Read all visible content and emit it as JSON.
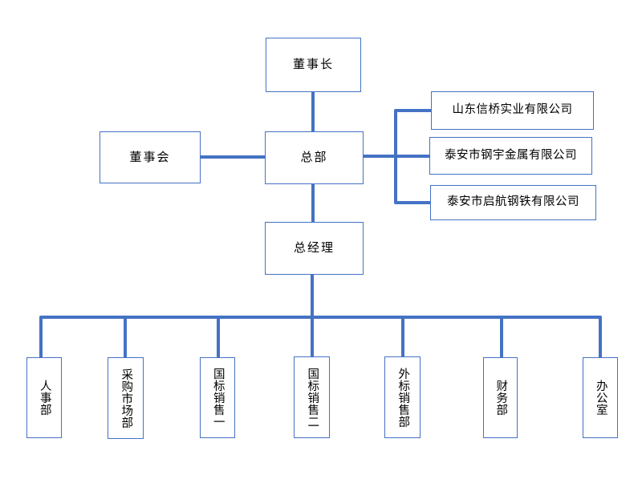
{
  "diagram": {
    "type": "org-chart",
    "nodes": {
      "chairman": {
        "label": "董事长"
      },
      "board": {
        "label": "董事会"
      },
      "headquarters": {
        "label": "总部"
      },
      "general_manager": {
        "label": "总经理"
      }
    },
    "subsidiaries": [
      {
        "label": "山东信桥实业有限公司"
      },
      {
        "label": "泰安市钢宇金属有限公司"
      },
      {
        "label": "泰安市启航钢铁有限公司"
      }
    ],
    "departments": [
      {
        "label": "人事部"
      },
      {
        "label": "采购市场部"
      },
      {
        "label": "国标销售一"
      },
      {
        "label": "国标销售二"
      },
      {
        "label": "外标销售部"
      },
      {
        "label": "财务部"
      },
      {
        "label": "办公室"
      }
    ],
    "colors": {
      "connector": "#4472C4",
      "box_border": "#4472C4",
      "text": "#000000",
      "background": "#FFFFFF"
    }
  }
}
